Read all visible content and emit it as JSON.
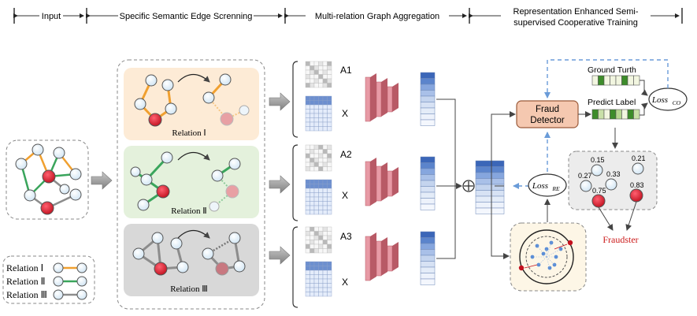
{
  "header": {
    "sections": [
      "Input",
      "Specific Semantic Edge Screnning",
      "Multi-relation Graph Aggregation",
      "Representation Enhanced Semi-",
      "supervised Cooperative Training"
    ]
  },
  "relations": {
    "panel_labels": [
      "Relation Ⅰ",
      "Relation Ⅱ",
      "Relation Ⅲ"
    ],
    "legend": [
      "Relation Ⅰ",
      "Relation Ⅱ",
      "Relation Ⅲ"
    ]
  },
  "matrices": {
    "adjacency": [
      "A1",
      "A2",
      "A3"
    ],
    "features": [
      "X",
      "X",
      "X"
    ]
  },
  "training": {
    "fraud_detector": [
      "Fraud",
      "Detector"
    ],
    "ground_truth": "Ground Turth",
    "predict_label": "Predict Label",
    "loss_co": "Loss",
    "loss_co_sub": "CO",
    "loss_re": "Loss",
    "loss_re_sub": "RE",
    "scores": [
      "0.15",
      "0.21",
      "0.27",
      "0.33",
      "0.75",
      "0.83"
    ],
    "fraudster": "Fraudster"
  },
  "colors": {
    "relation1": "#f0a030",
    "relation2": "#3aa55c",
    "relation3": "#8c8c8c",
    "node_fill": "#dcedf8",
    "fraud_node": "#d42030",
    "panel1_bg": "#fdebd6",
    "panel2_bg": "#e4f1dc",
    "panel3_bg": "#d8d8d8",
    "detector_bg": "#f5c8b0",
    "dash_blue": "#6a9bd8",
    "fraudster_text": "#cc1c1c"
  }
}
